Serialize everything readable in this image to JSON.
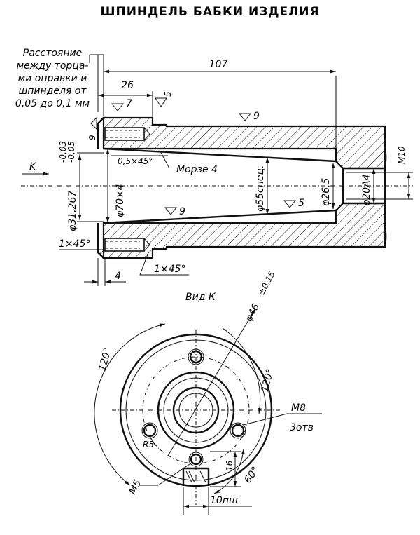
{
  "title": "ШПИНДЕЛЬ БАБКИ ИЗДЕЛИЯ",
  "section": {
    "note_lines": [
      "Расстояние",
      "между торца-",
      "ми оправки и",
      "шпинделя от",
      "0,05 до 0,1 мм"
    ],
    "dim_107": "107",
    "dim_26": "26",
    "dim_5": "5",
    "rough_7": "7",
    "rough_9_left": "9",
    "rough_9_top": "9",
    "rough_9_bottom": "9",
    "rough_5": "5",
    "view_arrow": "K",
    "chamfer_05": "0,5×45°",
    "morse": "Морзе 4",
    "dia_31": "φ31,267",
    "dia_31_tol_up": "-0,03",
    "dia_31_tol_low": "-0,05",
    "dia_70": "φ70×4",
    "dia_55": "φ55спец.",
    "dia_26": "φ26,5",
    "dia_20": "φ20А4",
    "thread_m10": "М10",
    "chamfer_1_left": "1×45°",
    "chamfer_1_right": "1×45°",
    "dim_4": "4"
  },
  "view": {
    "title": "Вид К",
    "dia_46": "φ46",
    "dia_46_tol": "±0,15",
    "angle_120_left": "120°",
    "angle_120_right": "120°",
    "thread_m8": "М8",
    "holes": "3отв",
    "radius_r5": "R5",
    "dim_16": "16",
    "angle_60": "60°",
    "thread_m5": "М5",
    "slot": "10пш"
  }
}
